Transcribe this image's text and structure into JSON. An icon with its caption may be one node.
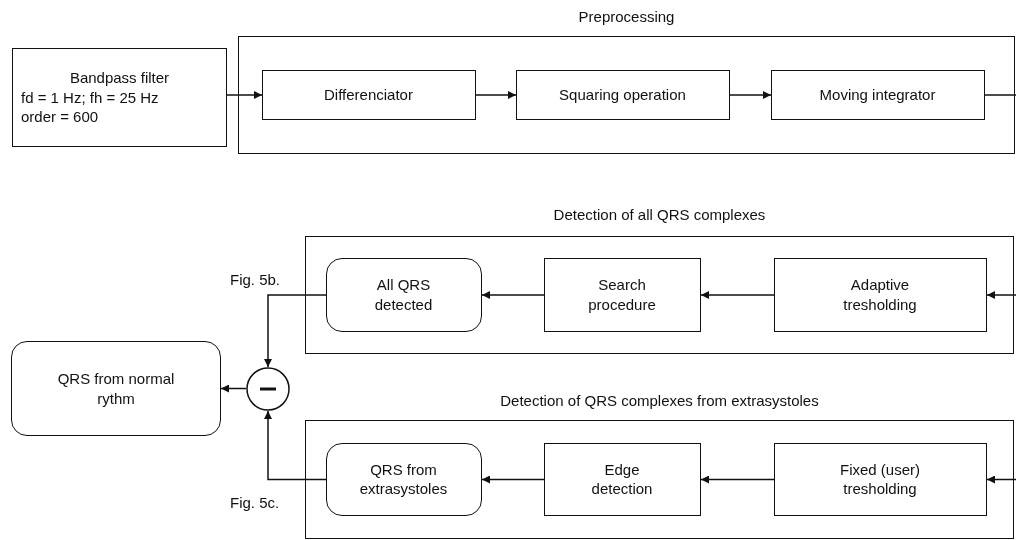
{
  "diagram": {
    "nodes": [
      {
        "text": [
          "Bandpass filter",
          "fd = 1 Hz; fh = 25 Hz",
          "order = 600"
        ]
      },
      {
        "text": [
          "Preprocessing"
        ]
      },
      {
        "text": [
          "Differenciator"
        ],
        "in": 1
      },
      {
        "text": [
          "Squaring operation"
        ],
        "in": 1
      },
      {
        "text": [
          "Moving integrator"
        ],
        "in": 1
      },
      {
        "text": [
          "Detection of all QRS complexes"
        ]
      },
      {
        "text": [
          "All QRS detected"
        ],
        "in": 5
      },
      {
        "text": [
          "Search procedure"
        ],
        "in": 5
      },
      {
        "text": [
          "Adaptive tresholding"
        ],
        "in": 5
      },
      {
        "text": [
          "Detection of QRS complexes from extrasystoles"
        ]
      },
      {
        "text": [
          "QRS from extrasystoles"
        ],
        "in": 9
      },
      {
        "text": [
          "Edge detection"
        ],
        "in": 9
      },
      {
        "text": [
          "Fixed (user) tresholding"
        ],
        "in": 9
      },
      {
        "text": [
          "QRS from normal rythm"
        ]
      },
      {
        "text": [],
        "shape": "circle"
      }
    ],
    "edges": [
      {
        "from": 0,
        "to": 2,
        "arrow": "to"
      },
      {
        "from": 2,
        "to": 3,
        "arrow": "to"
      },
      {
        "from": 3,
        "to": 4,
        "arrow": "to"
      },
      {
        "from": 4,
        "to": null,
        "arrow": "none"
      },
      {
        "from": null,
        "to": 8,
        "arrow": "to"
      },
      {
        "from": 8,
        "to": 7,
        "arrow": "to"
      },
      {
        "from": 7,
        "to": 6,
        "arrow": "to"
      },
      {
        "from": 6,
        "to": 14,
        "arrow": "to"
      },
      {
        "from": null,
        "to": 12,
        "arrow": "to"
      },
      {
        "from": 12,
        "to": 11,
        "arrow": "to"
      },
      {
        "from": 11,
        "to": 10,
        "arrow": "to"
      },
      {
        "from": 10,
        "to": 14,
        "arrow": "to"
      },
      {
        "from": 14,
        "to": 13,
        "arrow": "to"
      }
    ],
    "labels": [
      "Fig. 5b.",
      "Fig. 5c."
    ]
  }
}
